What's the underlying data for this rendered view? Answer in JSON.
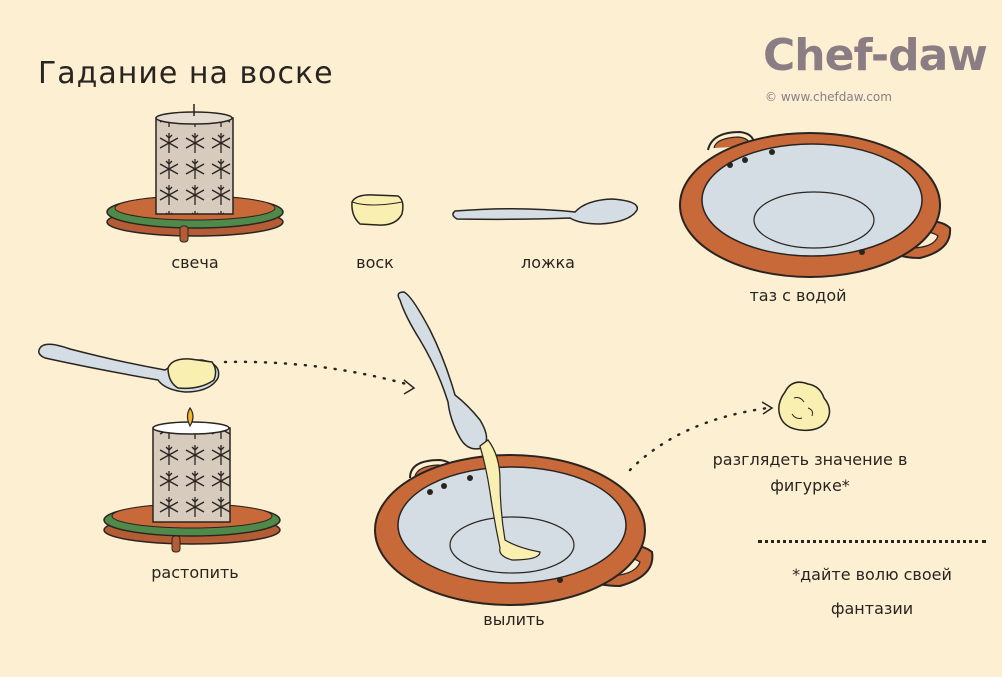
{
  "title": "Гадание на воске",
  "brand": {
    "logo": "Chef-daw",
    "copyright": "© www.chefdaw.com"
  },
  "labels": {
    "candle": "свеча",
    "wax": "воск",
    "spoon": "ложка",
    "basin": "таз с водой",
    "melt": "растопить",
    "pour": "вылить",
    "interpret": "разглядеть значение в фигурке*"
  },
  "footnote": "*дайте волю своей фантазии",
  "colors": {
    "background": "#fcefd2",
    "copper": "#c8693a",
    "water": "#d3dde3",
    "plate_green": "#4f8a4a",
    "wax": "#f8efb0",
    "candle": "#d6cbbd",
    "ink": "#2a2420",
    "logo": "#8b7d84"
  }
}
